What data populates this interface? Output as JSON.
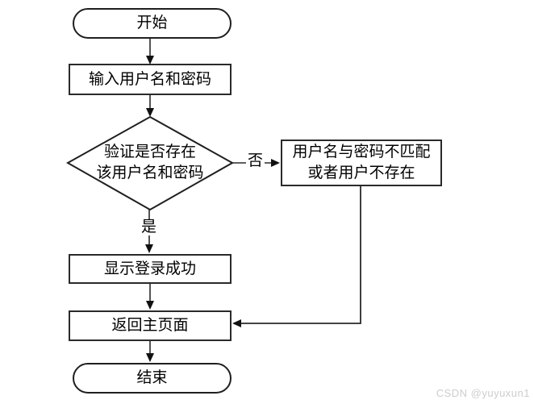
{
  "flowchart": {
    "title_implicit": "login verification flow",
    "nodes": {
      "start": {
        "type": "terminator",
        "label": "开始"
      },
      "input": {
        "type": "process",
        "label": "输入用户名和密码"
      },
      "verify": {
        "type": "decision",
        "line1": "验证是否存在",
        "line2": "该用户名和密码"
      },
      "mismatch": {
        "type": "process",
        "line1": "用户名与密码不匹配",
        "line2": "或者用户不存在"
      },
      "success": {
        "type": "process",
        "label": "显示登录成功"
      },
      "return_main": {
        "type": "process",
        "label": "返回主页面"
      },
      "end": {
        "type": "terminator",
        "label": "结束"
      }
    },
    "edge_labels": {
      "no": "否",
      "yes": "是"
    },
    "colors": {
      "shape_stroke": "#1f1f1f",
      "line_stroke": "#2a2a2a",
      "shape_fill": "#ffffff",
      "text": "#000000"
    }
  },
  "watermark": {
    "text": "CSDN @yuyuxun1",
    "color": "#cdcdcd"
  }
}
